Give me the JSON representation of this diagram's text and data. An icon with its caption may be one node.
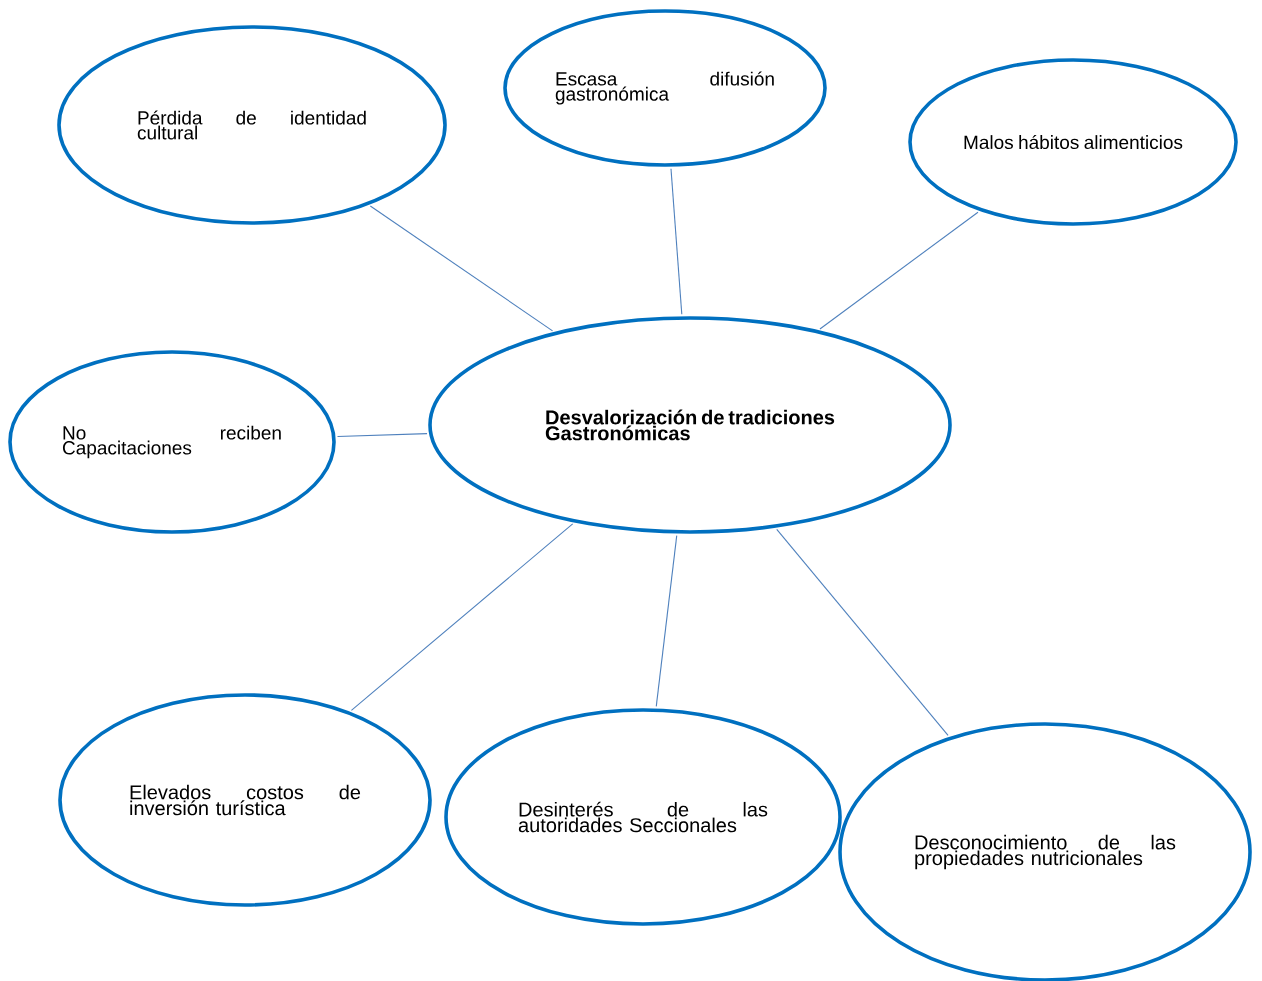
{
  "diagram": {
    "nodes": [
      {
        "text": [
          "Pérdida de identidad cultural"
        ]
      },
      {
        "text": [
          "Escasa difusión gastronómica"
        ]
      },
      {
        "text": [
          "Malos hábitos alimenticios"
        ]
      },
      {
        "text": [
          "No reciben Capacitaciones"
        ]
      },
      {
        "text": [
          "Desvalorización de tradiciones Gastronómicas"
        ]
      },
      {
        "text": [
          "Elevados costos de inversión turística"
        ]
      },
      {
        "text": [
          "Desinterés de las autoridades Seccionales"
        ]
      },
      {
        "text": [
          "Desconocimiento de las propiedades nutricionales"
        ]
      }
    ],
    "edges": [
      {
        "from": 4,
        "to": 0,
        "arrow": "none"
      },
      {
        "from": 4,
        "to": 1,
        "arrow": "none"
      },
      {
        "from": 4,
        "to": 2,
        "arrow": "none"
      },
      {
        "from": 4,
        "to": 3,
        "arrow": "none"
      },
      {
        "from": 4,
        "to": 5,
        "arrow": "none"
      },
      {
        "from": 4,
        "to": 6,
        "arrow": "none"
      },
      {
        "from": 4,
        "to": 7,
        "arrow": "none"
      }
    ]
  }
}
